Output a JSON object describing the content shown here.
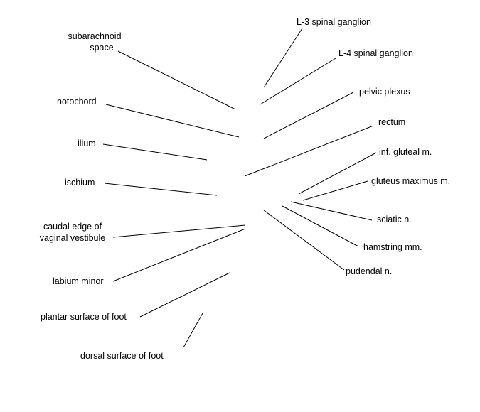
{
  "labels": {
    "subarachnoid_line1": "subarachnoid",
    "subarachnoid_line2": "space",
    "notochord": "notochord",
    "ilium": "ilium",
    "ischium": "ischium",
    "caudal_edge_line1": "caudal edge of",
    "caudal_edge_line2": "vaginal vestibule",
    "labium_minor": "labium minor",
    "plantar_surface": "plantar surface of foot",
    "dorsal_surface": "dorsal surface of foot",
    "l3_ganglion": "L-3 spinal ganglion",
    "l4_ganglion": "L-4 spinal ganglion",
    "pelvic_plexus": "pelvic plexus",
    "rectum": "rectum",
    "inf_gluteal": "inf. gluteal m.",
    "gluteus_maximus": "gluteus maximus m.",
    "sciatic": "sciatic n.",
    "hamstring": "hamstring mm.",
    "pudendal": "pudendal n."
  },
  "line_color": "#000000"
}
